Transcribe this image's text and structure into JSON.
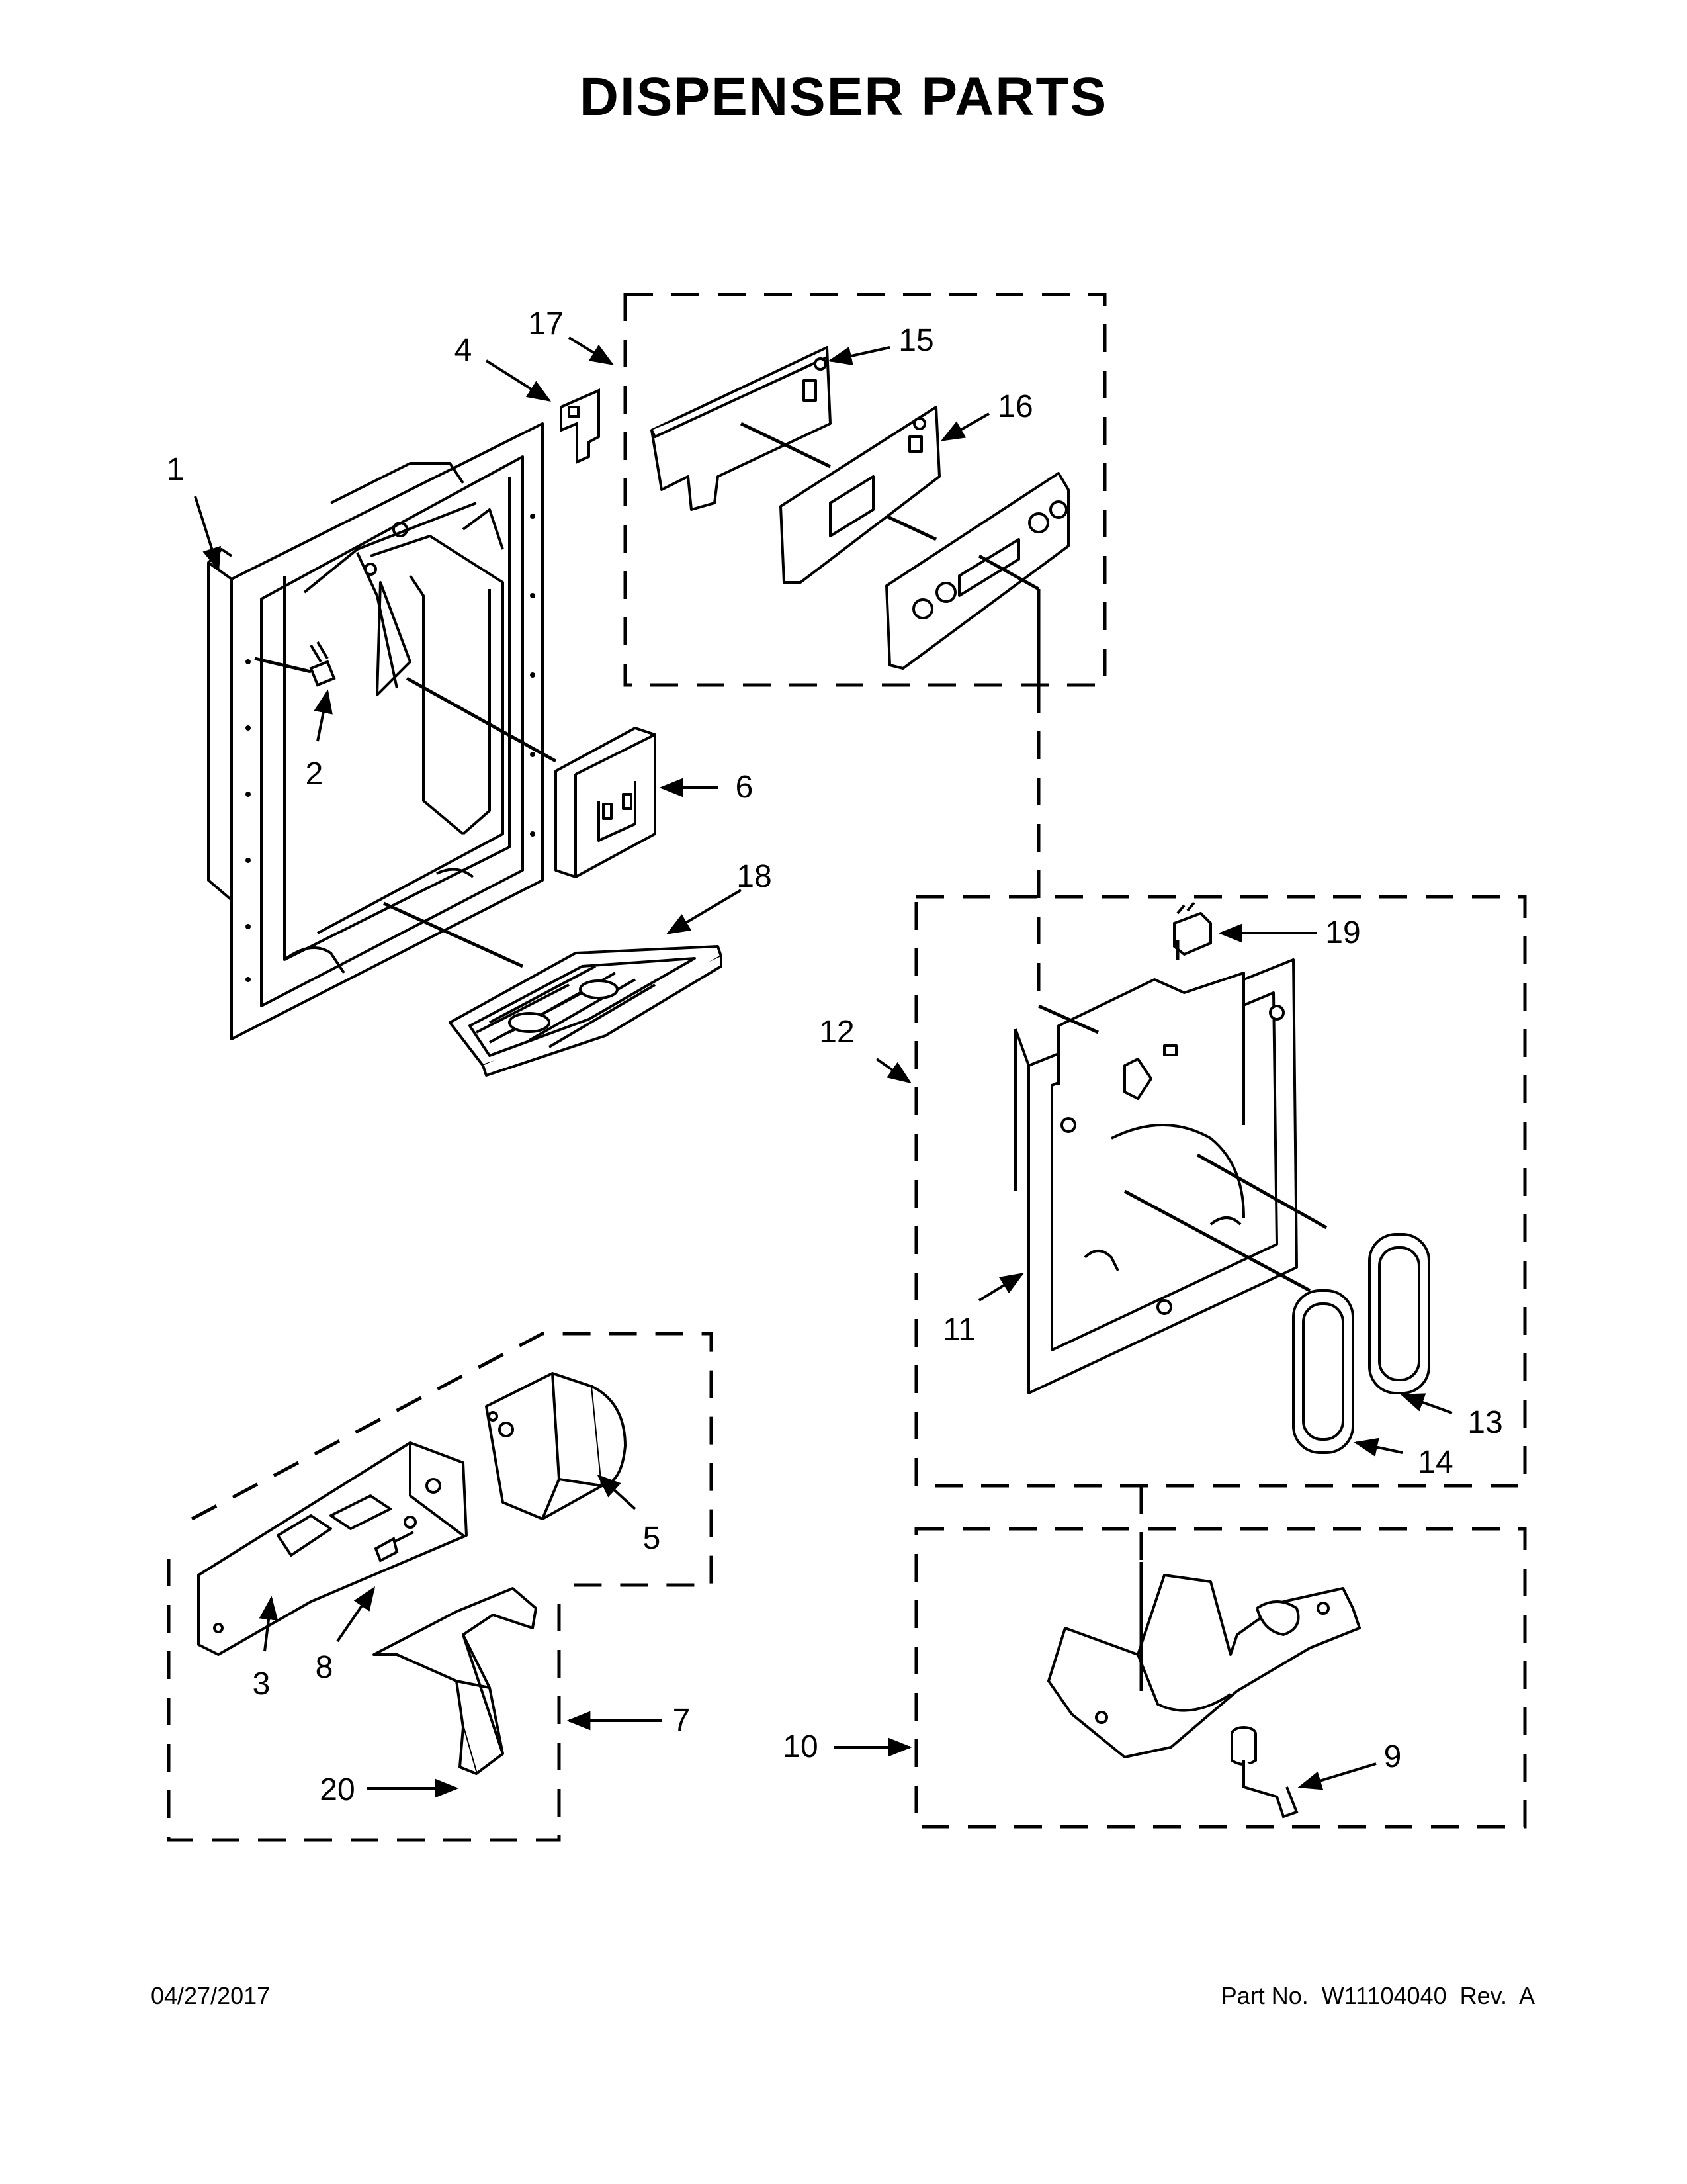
{
  "title": "DISPENSER PARTS",
  "callouts": [
    {
      "id": "1",
      "label": "1"
    },
    {
      "id": "2",
      "label": "2"
    },
    {
      "id": "3",
      "label": "3"
    },
    {
      "id": "4",
      "label": "4"
    },
    {
      "id": "5",
      "label": "5"
    },
    {
      "id": "6",
      "label": "6"
    },
    {
      "id": "7",
      "label": "7"
    },
    {
      "id": "8",
      "label": "8"
    },
    {
      "id": "9",
      "label": "9"
    },
    {
      "id": "10",
      "label": "10"
    },
    {
      "id": "11",
      "label": "11"
    },
    {
      "id": "12",
      "label": "12"
    },
    {
      "id": "13",
      "label": "13"
    },
    {
      "id": "14",
      "label": "14"
    },
    {
      "id": "15",
      "label": "15"
    },
    {
      "id": "16",
      "label": "16"
    },
    {
      "id": "17",
      "label": "17"
    },
    {
      "id": "18",
      "label": "18"
    },
    {
      "id": "19",
      "label": "19"
    },
    {
      "id": "20",
      "label": "20"
    }
  ],
  "footer": {
    "date": "04/27/2017",
    "part_number": "Part No.  W11104040  Rev.  A"
  }
}
